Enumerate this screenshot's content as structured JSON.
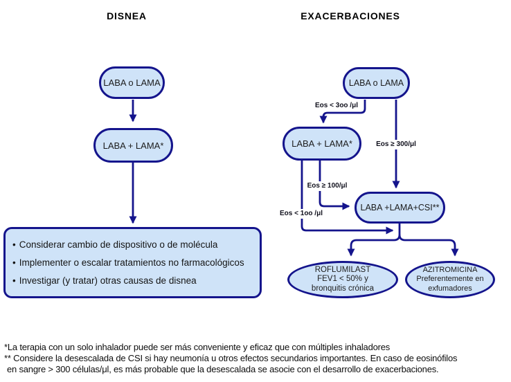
{
  "colors": {
    "line": "#14148c",
    "node_fill": "#cfe3f8",
    "node_border": "#14148c",
    "text": "#1a1a1a"
  },
  "headers": {
    "left": "DISNEA",
    "right": "EXACERBACIONES"
  },
  "left_column": {
    "node1": "LABA o LAMA",
    "node2": "LABA + LAMA*",
    "bullet": "•",
    "actions": [
      "Considerar cambio de dispositivo o de molécula",
      "Implementer o escalar tratamientos no farmacológicos",
      "Investigar (y tratar) otras causas de disnea"
    ]
  },
  "right_column": {
    "node1": "LABA o LAMA",
    "node2": "LABA + LAMA*",
    "node3": "LABA +LAMA+CSI**",
    "edge_labels": {
      "eos_lt_300": "Eos < 3oo /μl",
      "eos_ge_300": "Eos ≥ 300/μl",
      "eos_ge_100": "Eos ≥ 100/μl",
      "eos_lt_100": "Eos < 1oo /μl"
    },
    "outcome_left": {
      "line1": "ROFLUMILAST",
      "line2": "FEV1 < 50% y",
      "line3": "bronquitis crónica"
    },
    "outcome_right": {
      "line1": "AZITROMICINA",
      "line2": "Preferentemente en",
      "line3": "exfumadores"
    }
  },
  "footnotes": {
    "line1": "*La terapia con un solo inhalador puede ser más conveniente y eficaz que con múltiples inhaladores",
    "line2": "** Considere la desescalada de CSI si hay neumonía u otros efectos secundarios importantes. En caso de eosinófilos",
    "line3": "en sangre > 300 células/μl, es más probable que la desescalada se asocie con el desarrollo de exacerbaciones."
  }
}
